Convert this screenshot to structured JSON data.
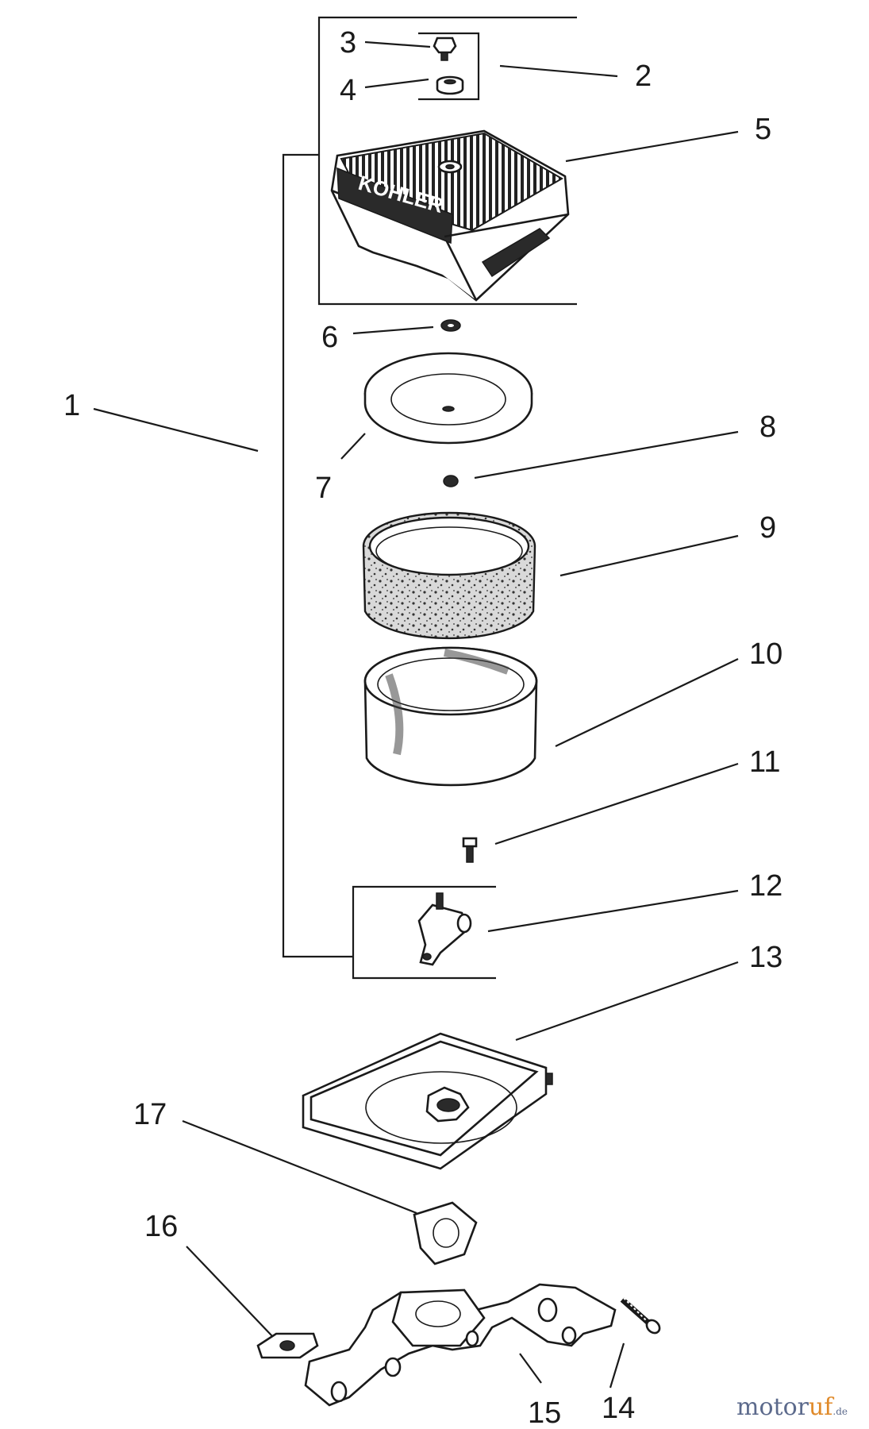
{
  "labels": {
    "n1": "1",
    "n2": "2",
    "n3": "3",
    "n4": "4",
    "n5": "5",
    "n6": "6",
    "n7": "7",
    "n8": "8",
    "n9": "9",
    "n10": "10",
    "n11": "11",
    "n12": "12",
    "n13": "13",
    "n14": "14",
    "n15": "15",
    "n16": "16",
    "n17": "17"
  },
  "cover_logo": "KOHLER",
  "watermark": {
    "part_a": "motor",
    "part_b": "uf",
    "suffix": ".de"
  }
}
